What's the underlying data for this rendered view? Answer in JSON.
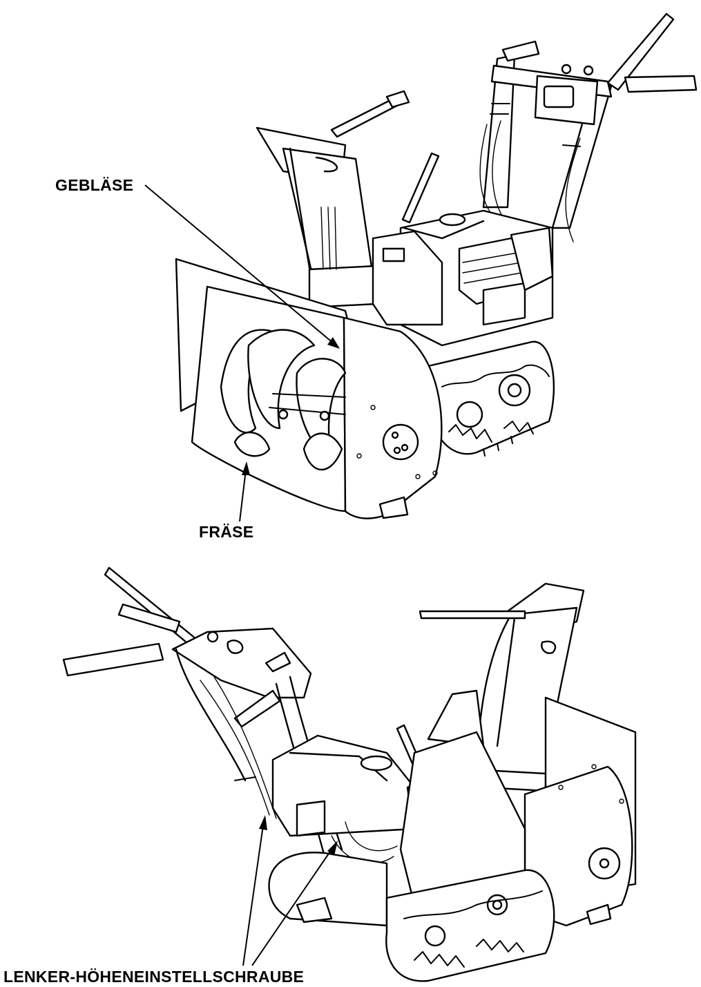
{
  "labels": {
    "blower": "GEBLÄSE",
    "auger": "FRÄSE",
    "handlebar_screw": "LENKER-HÖHENEINSTELLSCHRAUBE"
  },
  "colors": {
    "line": "#000000",
    "background": "#ffffff"
  },
  "figures": [
    {
      "name": "snow-blower-front-view",
      "callouts": [
        "blower",
        "auger"
      ]
    },
    {
      "name": "snow-blower-rear-view",
      "callouts": [
        "handlebar_screw"
      ]
    }
  ]
}
